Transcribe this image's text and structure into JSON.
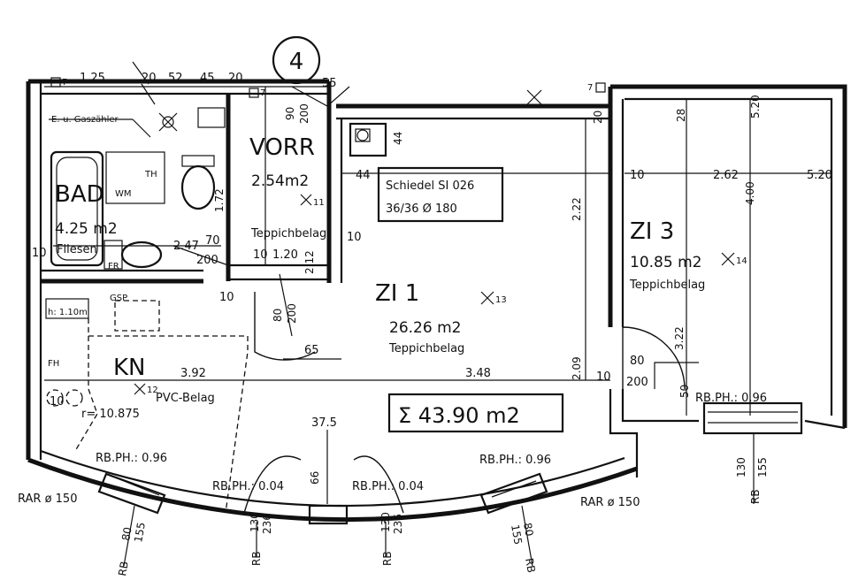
{
  "unit_number": "4",
  "rooms": {
    "vorr": {
      "name": "VORR",
      "area": "2.54m2",
      "floor": "Teppichbelag"
    },
    "bad": {
      "name": "BAD",
      "area": "4.25 m2",
      "floor": "Fliesen"
    },
    "zi1": {
      "name": "ZI 1",
      "area": "26.26 m2",
      "floor": "Teppichbelag"
    },
    "zi3": {
      "name": "ZI 3",
      "area": "10.85 m2",
      "floor": "Teppichbelag"
    },
    "kn": {
      "name": "KN",
      "floor": "PVC-Belag"
    }
  },
  "total_area": "Σ 43.90 m2",
  "chimney": {
    "line1": "Schiedel SI 026",
    "line2": "36/36 Ø 180"
  },
  "notes": {
    "gas": "E.-u. Gaszähler",
    "wm": "WM",
    "th": "TH",
    "fr": "FR",
    "gsp": "GSP",
    "kitchen_height": "h: 1.10m",
    "fh": "FH",
    "radius": "r= 10.875",
    "rar_left": "RAR ø 150",
    "rar_right": "RAR ø 150"
  },
  "dims": {
    "d125": "1.25",
    "d20a": "20",
    "d52": "52",
    "d45": "45",
    "d20b": "20",
    "d55": "55",
    "d90": "90",
    "d200a": "200",
    "d44a": "44",
    "d44b": "44",
    "d222": "2.22",
    "d20c": "20",
    "d28": "28",
    "d520a": "5.20",
    "d10a": "10",
    "d262": "2.62",
    "d520b": "5.20",
    "d400": "4.00",
    "d172": "1.72",
    "d247": "2.47",
    "d70": "70",
    "d200b": "200",
    "d10b": "10",
    "d120": "1.20",
    "d10c": "10",
    "d212": "2.12",
    "d10d": "10",
    "d80a": "80",
    "d200c": "200",
    "d65": "65",
    "d392": "3.92",
    "d348": "3.48",
    "d209": "2.09",
    "d10e": "10",
    "d80b": "80",
    "d200d": "200",
    "d322": "3.22",
    "d50": "50",
    "d375": "37.5",
    "d66": "66",
    "d10f": "10",
    "d10g": "10"
  },
  "windows": {
    "left": "RB.PH.: 0.96",
    "mid_left": "RB.PH.: 0.04",
    "mid_right": "RB.PH.: 0.04",
    "right": "RB.PH.: 0.96",
    "zi3": "RB.PH.: 0.96"
  },
  "rb_labels": {
    "a_dim": "80",
    "a_dim2": "155",
    "a_rb": "RB",
    "b_dim": "130",
    "b_dim2": "236",
    "b_rb": "RB",
    "c_dim": "130",
    "c_dim2": "236",
    "c_rb": "RB",
    "d_dim": "80",
    "d_dim2": "155",
    "d_rb": "RB",
    "e_dim": "130",
    "e_dim2": "155",
    "e_rb": "RB"
  },
  "markers": {
    "m7a": "7",
    "m7b": "7",
    "m7c": "7",
    "m11": "11",
    "m13": "13",
    "m14": "14",
    "m12": "12"
  }
}
